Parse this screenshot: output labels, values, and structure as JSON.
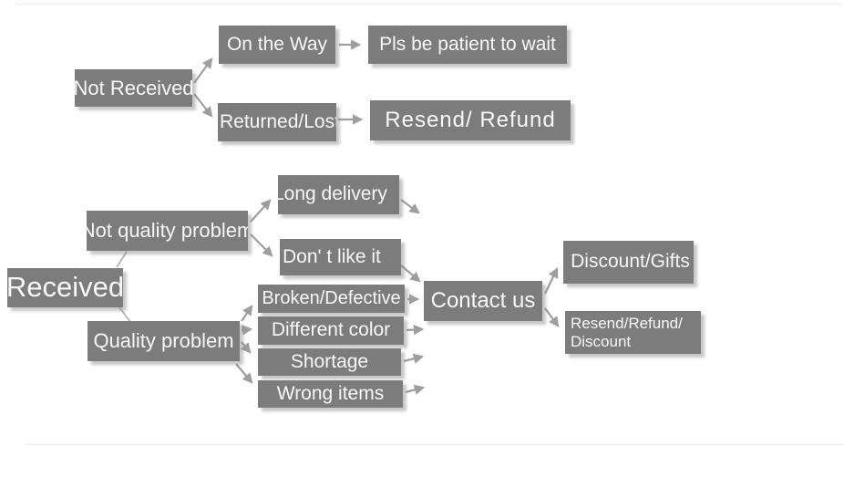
{
  "diagram": {
    "nodes": {
      "not_received": "Not Received",
      "on_the_way": "On the Way",
      "pls_wait": "Pls be patient to wait",
      "returned_lost": "Returned/Lost",
      "resend_refund": "Resend/ Refund",
      "received": "Received",
      "not_quality": "Not quality problem",
      "long_delivery": "Long delivery",
      "dont_like": "Don' t like it",
      "quality": "Quality problem",
      "broken": "Broken/Defective",
      "different_color": "Different color",
      "shortage": "Shortage",
      "wrong_items": "Wrong items",
      "contact_us": "Contact us",
      "discount_gifts": "Discount/Gifts",
      "resend_discount_line1": "Resend/Refund/",
      "resend_discount_line2": "Discount"
    },
    "edges": [
      {
        "from": "Not Received",
        "to": "On the Way"
      },
      {
        "from": "Not Received",
        "to": "Returned/Lost"
      },
      {
        "from": "On the Way",
        "to": "Pls be patient to wait"
      },
      {
        "from": "Returned/Lost",
        "to": "Resend/ Refund"
      },
      {
        "from": "Received",
        "to": "Not quality problem"
      },
      {
        "from": "Received",
        "to": "Quality problem"
      },
      {
        "from": "Not quality problem",
        "to": "Long delivery"
      },
      {
        "from": "Not quality problem",
        "to": "Don' t like it"
      },
      {
        "from": "Don' t like it",
        "to": "Contact us"
      },
      {
        "from": "Quality problem",
        "to": "Broken/Defective"
      },
      {
        "from": "Quality problem",
        "to": "Different color"
      },
      {
        "from": "Quality problem",
        "to": "Shortage"
      },
      {
        "from": "Quality problem",
        "to": "Wrong items"
      },
      {
        "from": "Broken/Defective",
        "to": "Contact us"
      },
      {
        "from": "Different color",
        "to": "Contact us"
      },
      {
        "from": "Shortage",
        "to": "Contact us"
      },
      {
        "from": "Wrong items",
        "to": "Contact us"
      },
      {
        "from": "Contact us",
        "to": "Discount/Gifts"
      },
      {
        "from": "Contact us",
        "to": "Resend/Refund/ Discount"
      }
    ],
    "colors": {
      "node_bg": "#7c7c7c",
      "node_text": "#f7f7f7",
      "arrow": "#9e9e9e",
      "connector_line": "#b3b3b3",
      "background": "#ffffff"
    }
  }
}
